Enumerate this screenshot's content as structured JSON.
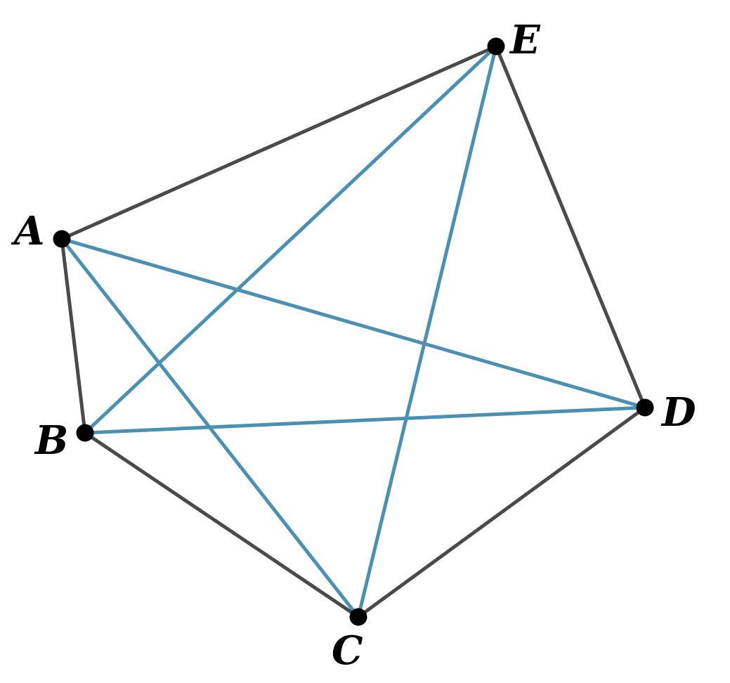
{
  "colors": {
    "side_edge": "#4a4a4a",
    "diagonal_edge": "#4a90b2",
    "vertex": "#000000",
    "background": "#ffffff"
  },
  "vertices": {
    "A": {
      "label": "A"
    },
    "B": {
      "label": "B"
    },
    "C": {
      "label": "C"
    },
    "D": {
      "label": "D"
    },
    "E": {
      "label": "E"
    }
  },
  "sides": [
    [
      "A",
      "B"
    ],
    [
      "B",
      "C"
    ],
    [
      "C",
      "D"
    ],
    [
      "D",
      "E"
    ],
    [
      "E",
      "A"
    ]
  ],
  "diagonals": [
    [
      "A",
      "C"
    ],
    [
      "A",
      "D"
    ],
    [
      "B",
      "D"
    ],
    [
      "B",
      "E"
    ],
    [
      "C",
      "E"
    ]
  ]
}
